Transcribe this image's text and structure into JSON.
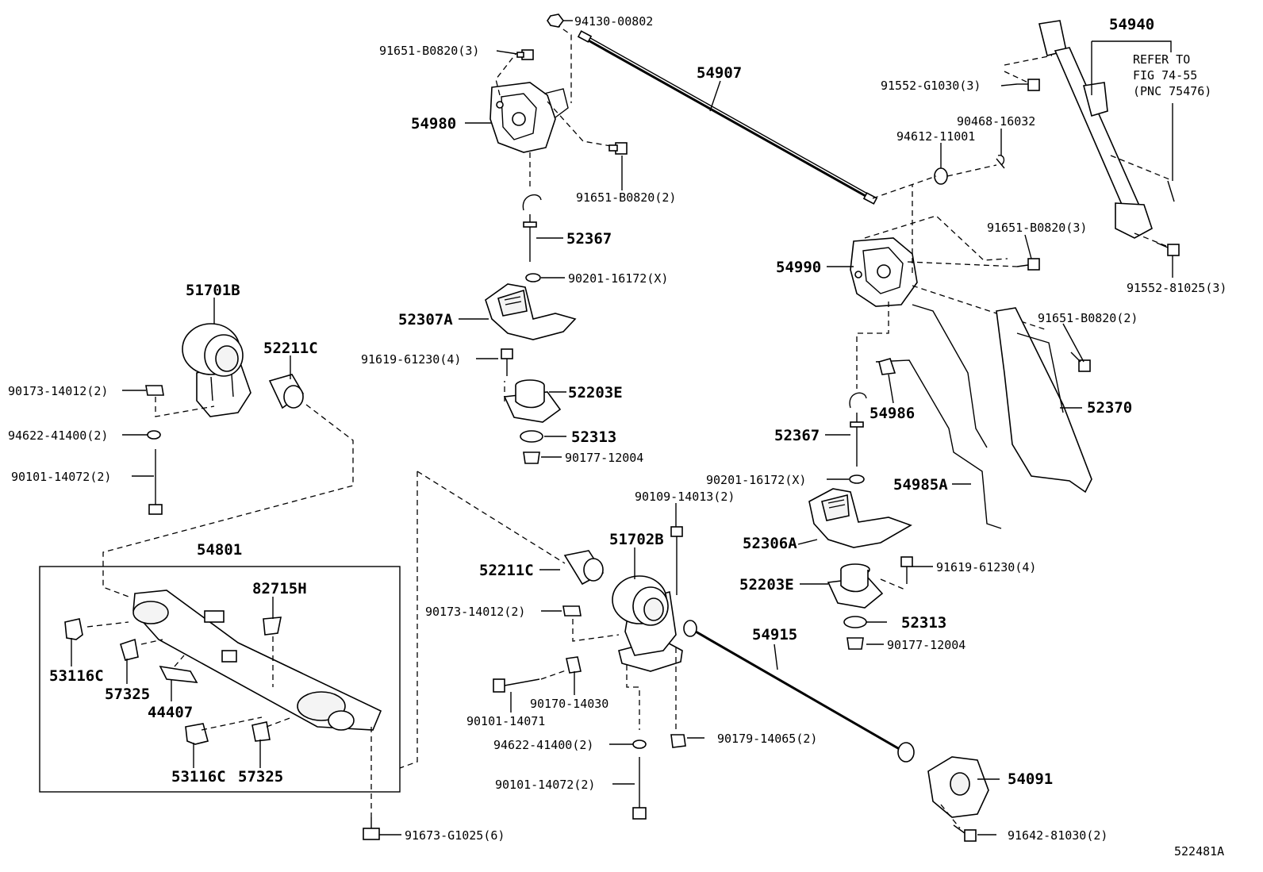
{
  "diagram_id": "522481A",
  "reference_note": [
    "REFER TO",
    "FIG 74-55",
    "(PNC 75476)"
  ],
  "labels": [
    {
      "key": "p94130",
      "text": "94130-00802"
    },
    {
      "key": "p91651a",
      "text": "91651-B0820(3)"
    },
    {
      "key": "p54907",
      "text": "54907"
    },
    {
      "key": "p54980",
      "text": "54980"
    },
    {
      "key": "p91651b",
      "text": "91651-B0820(2)"
    },
    {
      "key": "p52367a",
      "text": "52367"
    },
    {
      "key": "p90201a",
      "text": "90201-16172(X)"
    },
    {
      "key": "p52307A",
      "text": "52307A"
    },
    {
      "key": "p91619a",
      "text": "91619-61230(4)"
    },
    {
      "key": "p52203Ea",
      "text": "52203E"
    },
    {
      "key": "p52313a",
      "text": "52313"
    },
    {
      "key": "p90177a",
      "text": "90177-12004"
    },
    {
      "key": "p51701B",
      "text": "51701B"
    },
    {
      "key": "p52211Ca",
      "text": "52211C"
    },
    {
      "key": "p90173a",
      "text": "90173-14012(2)"
    },
    {
      "key": "p94622a",
      "text": "94622-41400(2)"
    },
    {
      "key": "p90101a",
      "text": "90101-14072(2)"
    },
    {
      "key": "p54801",
      "text": "54801"
    },
    {
      "key": "p82715H",
      "text": "82715H"
    },
    {
      "key": "p53116Ca",
      "text": "53116C"
    },
    {
      "key": "p57325a",
      "text": "57325"
    },
    {
      "key": "p44407",
      "text": "44407"
    },
    {
      "key": "p53116Cb",
      "text": "53116C"
    },
    {
      "key": "p57325b",
      "text": "57325"
    },
    {
      "key": "p91673",
      "text": "91673-G1025(6)"
    },
    {
      "key": "p54940",
      "text": "54940"
    },
    {
      "key": "p91552a",
      "text": "91552-G1030(3)"
    },
    {
      "key": "p90468",
      "text": "90468-16032"
    },
    {
      "key": "p94612",
      "text": "94612-11001"
    },
    {
      "key": "p91651c",
      "text": "91651-B0820(3)"
    },
    {
      "key": "p54990",
      "text": "54990"
    },
    {
      "key": "p91552b",
      "text": "91552-81025(3)"
    },
    {
      "key": "p91651d",
      "text": "91651-B0820(2)"
    },
    {
      "key": "p54986",
      "text": "54986"
    },
    {
      "key": "p52370",
      "text": "52370"
    },
    {
      "key": "p52367b",
      "text": "52367"
    },
    {
      "key": "p90201b",
      "text": "90201-16172(X)"
    },
    {
      "key": "p54985A",
      "text": "54985A"
    },
    {
      "key": "p90109",
      "text": "90109-14013(2)"
    },
    {
      "key": "p51702B",
      "text": "51702B"
    },
    {
      "key": "p52211Cb",
      "text": "52211C"
    },
    {
      "key": "p52306A",
      "text": "52306A"
    },
    {
      "key": "p91619b",
      "text": "91619-61230(4)"
    },
    {
      "key": "p52203Eb",
      "text": "52203E"
    },
    {
      "key": "p90173b",
      "text": "90173-14012(2)"
    },
    {
      "key": "p54915",
      "text": "54915"
    },
    {
      "key": "p52313b",
      "text": "52313"
    },
    {
      "key": "p90177b",
      "text": "90177-12004"
    },
    {
      "key": "p90101b",
      "text": "90101-14071"
    },
    {
      "key": "p90170",
      "text": "90170-14030"
    },
    {
      "key": "p94622b",
      "text": "94622-41400(2)"
    },
    {
      "key": "p90179",
      "text": "90179-14065(2)"
    },
    {
      "key": "p90101c",
      "text": "90101-14072(2)"
    },
    {
      "key": "p54091",
      "text": "54091"
    },
    {
      "key": "p91642",
      "text": "91642-81030(2)"
    }
  ]
}
